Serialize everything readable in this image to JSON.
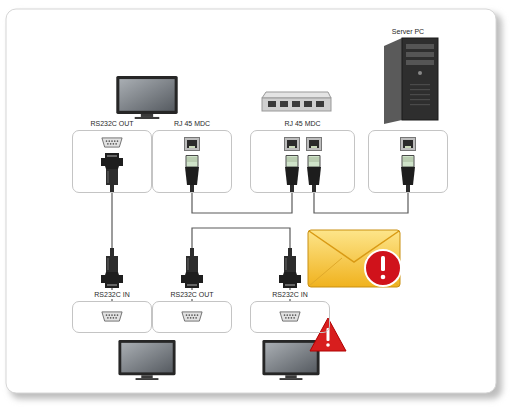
{
  "diagram": {
    "nodes": [
      {
        "text": [
          "RS232C OUT"
        ]
      },
      {
        "text": [
          "RJ 45 MDC"
        ]
      },
      {
        "text": [
          "RJ 45 MDC"
        ]
      },
      {
        "text": [
          "Server PC"
        ]
      },
      {
        "text": [
          "RS232C IN"
        ]
      },
      {
        "text": [
          "RS232C OUT"
        ]
      },
      {
        "text": [
          "RS232C IN"
        ]
      }
    ],
    "edges": [
      {
        "from": 0,
        "to": 4,
        "arrow": "none"
      },
      {
        "from": 1,
        "to": 2,
        "arrow": "none"
      },
      {
        "from": 2,
        "to": 3,
        "arrow": "none"
      },
      {
        "from": 5,
        "to": 6,
        "arrow": "none"
      }
    ]
  }
}
